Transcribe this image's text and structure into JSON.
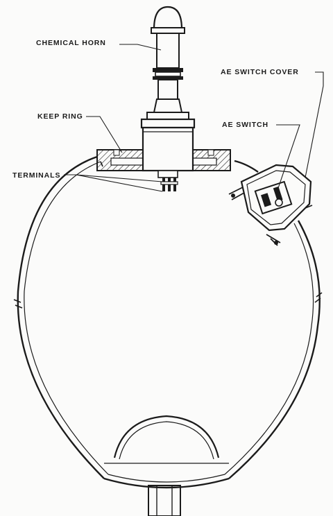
{
  "diagram": {
    "labels": {
      "chemical_horn": "CHEMICAL HORN",
      "keep_ring": "KEEP RING",
      "terminals": "TERMINALS",
      "ae_switch_cover": "AE SWITCH COVER",
      "ae_switch": "AE SWITCH"
    }
  },
  "colors": {
    "ink": "#1b1b1b",
    "paper": "#fbfbfa"
  }
}
